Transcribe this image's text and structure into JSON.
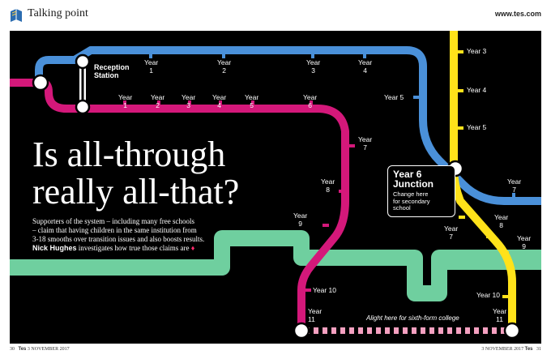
{
  "header": {
    "section_title": "Talking point",
    "site_url": "www.tes.com"
  },
  "article": {
    "headline_line1": "Is all-through",
    "headline_line2": "really all-that?",
    "standfirst_lines": [
      "Supporters of the system – including many free schools",
      "– claim that having children in the same institution from",
      "3-18 smooths over transition issues and also boosts results."
    ],
    "author": "Nick Hughes",
    "standfirst_end": "investigates how true those claims are",
    "arrow": "♦"
  },
  "map": {
    "reception_station": "Reception Station",
    "reception_line1": "Reception",
    "reception_line2": "Station",
    "junction_title_line1": "Year 6",
    "junction_title_line2": "Junction",
    "junction_sub_line1": "Change here",
    "junction_sub_line2": "for secondary",
    "junction_sub_line3": "school",
    "alight_text": "Alight here for sixth-form college",
    "blue_top_years": [
      {
        "top": "Year",
        "bottom": "1"
      },
      {
        "top": "Year",
        "bottom": "2"
      },
      {
        "top": "Year",
        "bottom": "3"
      },
      {
        "top": "Year",
        "bottom": "4"
      }
    ],
    "magenta_years": [
      {
        "top": "Year",
        "bottom": "1"
      },
      {
        "top": "Year",
        "bottom": "2"
      },
      {
        "top": "Year",
        "bottom": "3"
      },
      {
        "top": "Year",
        "bottom": "4"
      },
      {
        "top": "Year",
        "bottom": "5"
      },
      {
        "top": "Year",
        "bottom": "6"
      }
    ],
    "magenta_down": [
      {
        "top": "Year",
        "bottom": "7"
      },
      {
        "top": "Year",
        "bottom": "8"
      },
      {
        "top": "Year",
        "bottom": "9"
      }
    ],
    "magenta_year10": "Year 10",
    "magenta_year11_top": "Year",
    "magenta_year11_bottom": "11",
    "blue_year5": "Year 5",
    "blue_year7_top": "Year",
    "blue_year7_bottom": "7",
    "yellow_years": [
      "Year 3",
      "Year 4",
      "Year 5"
    ],
    "yellow_year7_top": "Year",
    "yellow_year7_bottom": "7",
    "yellow_year8_top": "Year",
    "yellow_year8_bottom": "8",
    "yellow_year9_top": "Year",
    "yellow_year9_bottom": "9",
    "yellow_year10": "Year 10",
    "yellow_year11_top": "Year",
    "yellow_year11_bottom": "11",
    "colors": {
      "blue_line": "#4a90d9",
      "magenta_line": "#d4187a",
      "yellow_line": "#ffe21a",
      "green_line": "#6fcf9f",
      "sixth_form": "#f4a0c0"
    }
  },
  "footer": {
    "left_page": "30",
    "left_brand": "Tes",
    "left_date": "3 NOVEMBER 2017",
    "right_date": "3 NOVEMBER 2017",
    "right_brand": "Tes",
    "right_page": "31"
  }
}
